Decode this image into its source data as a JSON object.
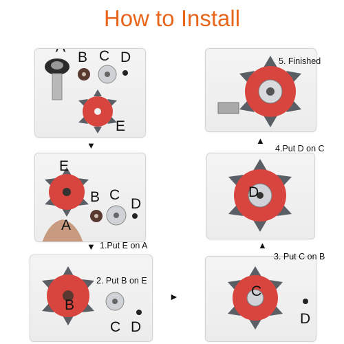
{
  "title": "How to Install",
  "steps": {
    "s1": "1.Put E on A",
    "s2": "2. Put B on E",
    "s3": "3. Put C on B",
    "s4": "4.Put D on C",
    "s5": "5. Finished"
  },
  "parts": {
    "a": "A",
    "b": "B",
    "c": "C",
    "d": "D",
    "e": "E"
  },
  "arrows": {
    "down": "▼",
    "right": "►",
    "up": "▲"
  },
  "colors": {
    "title": "#e8661c",
    "blade": "#d8453f",
    "tooth": "#5a5f66"
  }
}
